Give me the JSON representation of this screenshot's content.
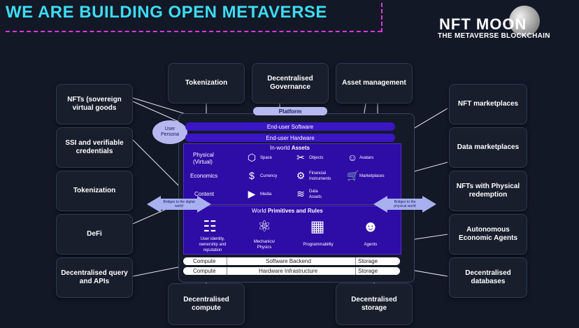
{
  "title": "WE ARE BUILDING OPEN METAVERSE",
  "logo": {
    "main": "NFT MOON",
    "sub": "THE METAVERSE BLOCKCHAIN"
  },
  "top_boxes": [
    "Tokenization",
    "Decentralised Governance",
    "Asset management"
  ],
  "left_boxes": [
    "NFTs (sovereign virtual goods",
    "SSI and verifiable credentials",
    "Tokenization",
    "DeFi",
    "Decentralised query and APIs"
  ],
  "right_boxes": [
    "NFT marketplaces",
    "Data marketplaces",
    "NFTs with Physical redemption",
    "Autonomous Economic Agents",
    "Decentralised databases"
  ],
  "bottom_boxes": [
    "Decentralised compute",
    "Decentralised storage"
  ],
  "platform": "Platform",
  "user_persona": "User Persona",
  "layers": [
    "End-user Software",
    "End-user Hardware"
  ],
  "assets": {
    "prefix": "In-world ",
    "title": "Assets",
    "rows": [
      {
        "label": "Physical (Virtual)",
        "items": [
          {
            "icon": "cube-icon",
            "label": "Space"
          },
          {
            "icon": "objects-icon",
            "label": "Objects"
          },
          {
            "icon": "avatar-icon",
            "label": "Avatars"
          }
        ]
      },
      {
        "label": "Economics",
        "items": [
          {
            "icon": "dollar-icon",
            "label": "Currency"
          },
          {
            "icon": "gear-icon",
            "label": "Financial Instruments"
          },
          {
            "icon": "cart-icon",
            "label": "Marketplaces"
          }
        ]
      },
      {
        "label": "Content",
        "items": [
          {
            "icon": "play-icon",
            "label": "Media"
          },
          {
            "icon": "database-icon",
            "label": "Data Assets"
          }
        ]
      }
    ]
  },
  "primitives": {
    "prefix": "World ",
    "title": "Primitives and Rules",
    "items": [
      {
        "icon": "identity-icon",
        "label": "User identity, ownership and reputation"
      },
      {
        "icon": "atom-icon",
        "label": "Mechanics/ Physics"
      },
      {
        "icon": "grid-icon",
        "label": "Programmability"
      },
      {
        "icon": "agent-icon",
        "label": "Agents"
      }
    ]
  },
  "bridges": [
    "Bridges to the digital world",
    "Bridges to the physical world"
  ],
  "infra": [
    {
      "left": "Compute",
      "center": "Software Backend",
      "right": "Storage"
    },
    {
      "left": "Compute",
      "center": "Hardware Infrastructure",
      "right": "Storage"
    }
  ]
}
